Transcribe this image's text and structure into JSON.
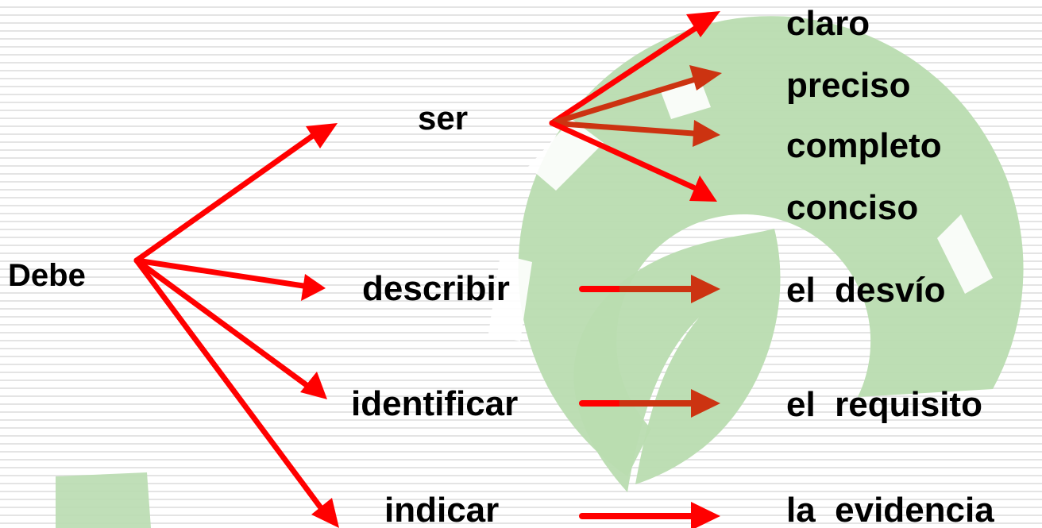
{
  "colors": {
    "arrow_red": "#ff0000",
    "arrow_dark": "#cc3311",
    "logo_green": "#b9dcb0",
    "text": "#000000",
    "stripe": "#e4e4e4"
  },
  "diagram": {
    "root": "Debe",
    "verbs": {
      "ser": "ser",
      "describir": "describir",
      "identificar": "identificar",
      "indicar": "indicar"
    },
    "qualities": {
      "claro": "claro",
      "preciso": "preciso",
      "completo": "completo",
      "conciso": "conciso"
    },
    "objects": {
      "desvio": "el  desvío",
      "requisito": "el  requisito",
      "evidencia": "la  evidencia"
    }
  }
}
